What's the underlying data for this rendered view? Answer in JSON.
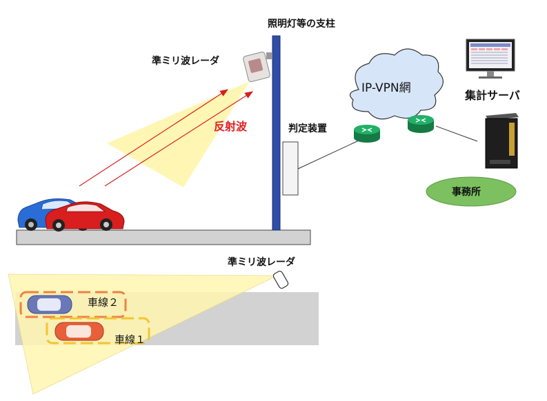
{
  "labels": {
    "pole": "照明灯等の支柱",
    "radar_side": "準ミリ波レーダ",
    "reflected_wave": "反射波",
    "judgment_device": "判定装置",
    "network": "IP-VPN網",
    "server": "集計サーバ",
    "office": "事務所",
    "radar_top": "準ミリ波レーダ",
    "lane2": "車線２",
    "lane1": "車線１"
  },
  "colors": {
    "pole": "#2e4ea8",
    "reflected_wave_text": "#e02020",
    "beam": "#fff6b0",
    "arrow": "#d81e1e",
    "router": "#1e9b57",
    "cloud": "#d6e6f8",
    "office": "#7cc060",
    "road": "#d2d2d2",
    "lane2_box": "#f08040",
    "lane1_box": "#f4c430"
  },
  "icons": {
    "radar": "radar-sensor-icon",
    "router": "router-icon",
    "server": "server-tower-icon",
    "monitor": "monitor-icon"
  }
}
